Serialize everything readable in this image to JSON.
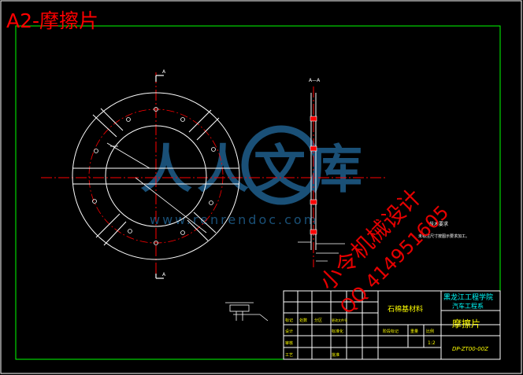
{
  "sheet_title": "A2-摩擦片",
  "section_label": "A—A",
  "section_marker": "A",
  "tech_requirements": {
    "title": "技术要求",
    "line1": "未标注尺寸按图示要求加工。"
  },
  "title_block": {
    "material": "石棉基材料",
    "school": "黑龙江工程学院",
    "department": "汽车工程系",
    "part_name": "摩擦片",
    "drawing_no": "DP-ZT00-00Z",
    "stage_label": "阶段标记",
    "weight_label": "重量",
    "scale_label": "比例",
    "scale_value": "1:2",
    "design_label": "设计",
    "standard_label": "标准化",
    "review_label": "审核",
    "craft_label": "工艺",
    "approve_label": "批准",
    "mark_label": "标记",
    "count_label": "处数",
    "zone_label": "分区",
    "change_doc_label": "更改文件号"
  },
  "watermark": {
    "logo_text": "人人文库",
    "url": "www.renrendoc.com",
    "shop": "小令机械设计",
    "qq": "QQ 414951605"
  },
  "colors": {
    "background": "#000000",
    "border": "#00ff00",
    "title_red": "#ff0000",
    "lines_white": "#ffffff",
    "text_yellow": "#ffff00",
    "text_cyan": "#00ffff",
    "watermark_blue": "#1f5f8c"
  }
}
